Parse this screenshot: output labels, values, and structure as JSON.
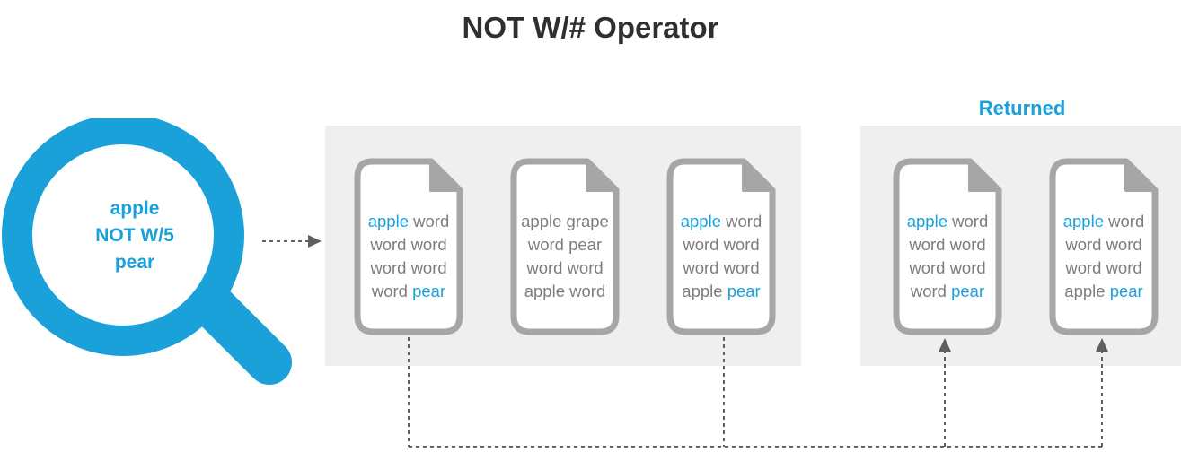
{
  "title": "NOT W/# Operator",
  "returned_label": "Returned",
  "query": {
    "line1": "apple",
    "line2": "NOT W/5",
    "line3": "pear"
  },
  "colors": {
    "accent": "#1aa1d9",
    "text_gray": "#7d7d7d",
    "panel": "#efefef",
    "doc_outline": "#a6a6a6"
  },
  "source_documents": [
    {
      "lines": [
        [
          {
            "t": "apple",
            "hl": true
          },
          {
            "t": " word",
            "hl": false
          }
        ],
        [
          {
            "t": "word word",
            "hl": false
          }
        ],
        [
          {
            "t": "word word",
            "hl": false
          }
        ],
        [
          {
            "t": "word ",
            "hl": false
          },
          {
            "t": "pear",
            "hl": true
          }
        ]
      ]
    },
    {
      "lines": [
        [
          {
            "t": "apple grape",
            "hl": false
          }
        ],
        [
          {
            "t": "word pear",
            "hl": false
          }
        ],
        [
          {
            "t": "word word",
            "hl": false
          }
        ],
        [
          {
            "t": "apple word",
            "hl": false
          }
        ]
      ]
    },
    {
      "lines": [
        [
          {
            "t": "apple",
            "hl": true
          },
          {
            "t": " word",
            "hl": false
          }
        ],
        [
          {
            "t": "word word",
            "hl": false
          }
        ],
        [
          {
            "t": "word word",
            "hl": false
          }
        ],
        [
          {
            "t": "apple ",
            "hl": false
          },
          {
            "t": "pear",
            "hl": true
          }
        ]
      ]
    }
  ],
  "returned_documents": [
    {
      "lines": [
        [
          {
            "t": "apple",
            "hl": true
          },
          {
            "t": " word",
            "hl": false
          }
        ],
        [
          {
            "t": "word word",
            "hl": false
          }
        ],
        [
          {
            "t": "word word",
            "hl": false
          }
        ],
        [
          {
            "t": "word ",
            "hl": false
          },
          {
            "t": "pear",
            "hl": true
          }
        ]
      ]
    },
    {
      "lines": [
        [
          {
            "t": "apple",
            "hl": true
          },
          {
            "t": " word",
            "hl": false
          }
        ],
        [
          {
            "t": "word word",
            "hl": false
          }
        ],
        [
          {
            "t": "word word",
            "hl": false
          }
        ],
        [
          {
            "t": "apple ",
            "hl": false
          },
          {
            "t": "pear",
            "hl": true
          }
        ]
      ]
    }
  ]
}
